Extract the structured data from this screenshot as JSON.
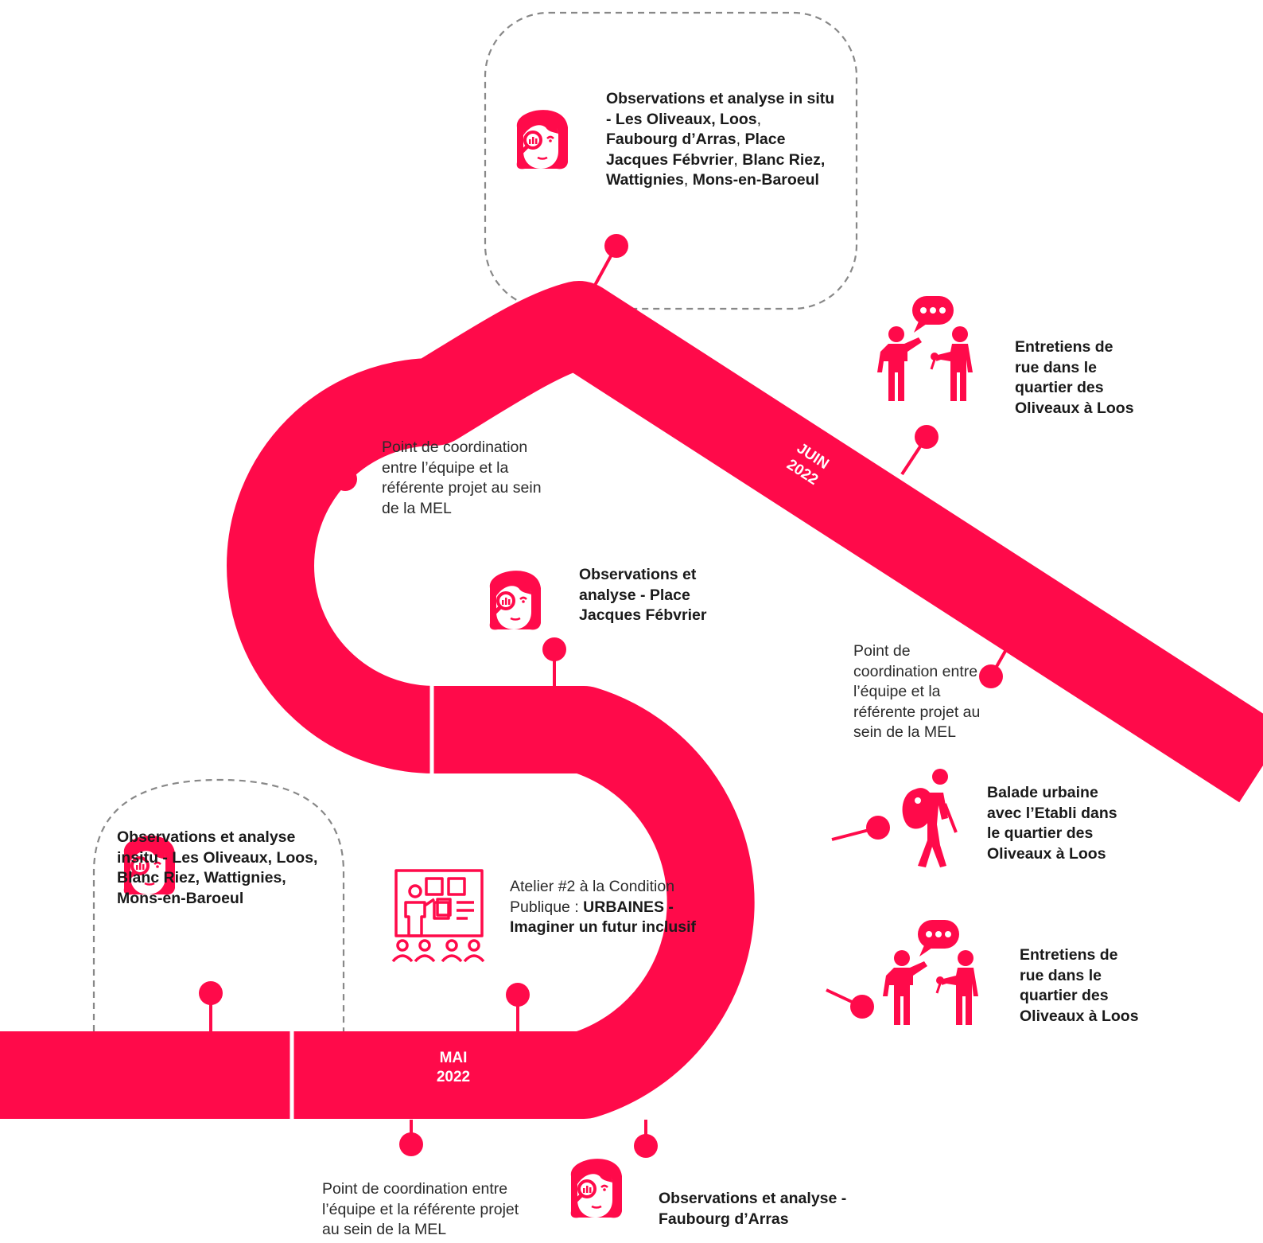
{
  "colors": {
    "accent": "#ff0a4a",
    "dashed_border": "#888888",
    "text": "#2b2b2b"
  },
  "months": {
    "mai": {
      "line1": "MAI",
      "line2": "2022"
    },
    "juin": {
      "line1": "JUIN",
      "line2": "2022"
    }
  },
  "events": {
    "obs_top": {
      "icon": "observer-woman-icon",
      "parts": [
        "Observations et analyse in situ - Les Oliveaux, Loos",
        ", ",
        "Faubourg d’Arras",
        ", ",
        "Place Jacques Fébvrier",
        ", ",
        "Blanc Riez, Wattignies",
        ", ",
        "Mons-en-Baroeul"
      ]
    },
    "entretiens_top": {
      "icon": "street-interview-icon",
      "text": "Entretiens de rue dans le quartier des Oliveaux à Loos"
    },
    "coord_left": {
      "text": "Point de coordination entre l’équipe et la référente projet au sein de la MEL"
    },
    "obs_place": {
      "icon": "observer-woman-icon",
      "text": "Observations et analyse - Place Jacques Fébvrier"
    },
    "coord_right": {
      "text": "Point de coordination entre l’équipe et la référente projet au sein de la MEL"
    },
    "balade": {
      "icon": "hiker-icon",
      "text": "Balade urbaine avec l’Etabli dans le quartier des Oliveaux à Loos"
    },
    "obs_left": {
      "icon": "observer-woman-icon",
      "text": "Observations et analyse insitu - Les Oliveaux, Loos, Blanc Riez, Wattignies, Mons-en-Baroeul"
    },
    "atelier": {
      "icon": "workshop-board-icon",
      "prefix": "Atelier #2 à la Condition Publique : ",
      "bold": "URBAINES - Imaginer un futur inclusif"
    },
    "entretiens_bottom": {
      "icon": "street-interview-icon",
      "text": "Entretiens de rue dans le quartier des Oliveaux à Loos"
    },
    "coord_bottom": {
      "text": "Point de coordination entre l’équipe et la référente projet au sein de la MEL"
    },
    "obs_faubourg": {
      "icon": "observer-woman-icon",
      "text": "Observations et analyse - Faubourg d’Arras"
    }
  }
}
